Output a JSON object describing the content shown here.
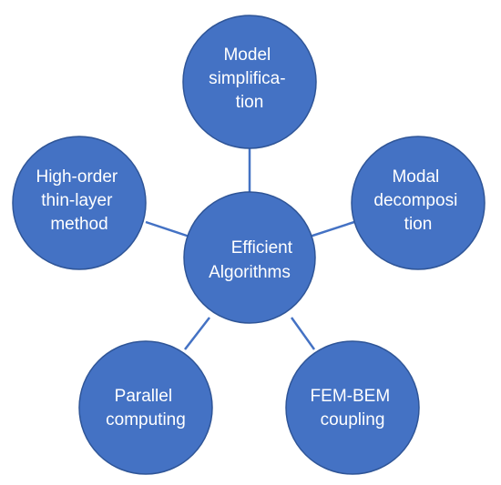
{
  "diagram": {
    "style": {
      "node_fill": "#4472c4",
      "node_stroke": "#2f5597",
      "text_color": "#ffffff",
      "connector_color": "#4472c4"
    },
    "center": {
      "lines": [
        "Efficient",
        "Algorithms"
      ]
    },
    "nodes": [
      {
        "id": "model-simplification",
        "lines": [
          "Model",
          "simplifica-",
          "tion"
        ]
      },
      {
        "id": "modal-decomposition",
        "lines": [
          "Modal",
          "decomposi",
          "tion"
        ]
      },
      {
        "id": "fem-bem-coupling",
        "lines": [
          "FEM-BEM",
          "coupling"
        ]
      },
      {
        "id": "parallel-computing",
        "lines": [
          "Parallel",
          "computing"
        ]
      },
      {
        "id": "high-order-thin-layer-method",
        "lines": [
          "High-order",
          "thin-layer",
          "method"
        ]
      }
    ]
  }
}
